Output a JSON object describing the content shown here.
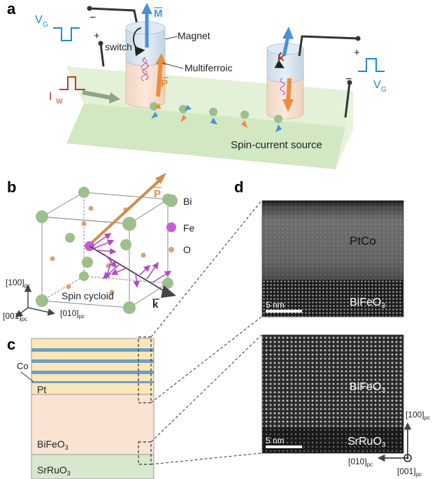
{
  "panels": {
    "a": "a",
    "b": "b",
    "c": "c",
    "d": "d"
  },
  "panel_a": {
    "gate_label": "V",
    "gate_sub": "G",
    "write_label": "I",
    "write_sub": "W",
    "minus": "−",
    "plus": "+",
    "switch_label": "switch",
    "magnet_label": "Magnet",
    "multiferroic_label": "Multiferroic",
    "m_label": "M",
    "p_label": "P",
    "source_label": "Spin-current source",
    "right_gate_label": "V",
    "right_gate_sub": "G",
    "right_minus": "−",
    "right_plus": "+",
    "colors": {
      "magnet": "#d9e6ef",
      "multiferroic": "#f6dfcc",
      "source": "#dcefcf",
      "m_arrow": "#4a90d9",
      "p_arrow": "#f08a3c",
      "current": "#c8362c",
      "gate": "#1e8ad0"
    }
  },
  "panel_b": {
    "legend": [
      {
        "label": "Bi",
        "color": "#9dbf8b"
      },
      {
        "label": "Fe",
        "color": "#c75cd6"
      },
      {
        "label": "O",
        "color": "#e0a070"
      }
    ],
    "p_label": "P",
    "k_label": "k",
    "cycloid_label": "Spin cycloid",
    "axis_100": "[100]",
    "axis_001": "[001]",
    "axis_010": "[010]",
    "axis_sub": "pc"
  },
  "panel_c": {
    "co_label": "Co",
    "pt_label": "Pt",
    "bfo_label": "BiFeO",
    "bfo_sub": "3",
    "sro_label": "SrRuO",
    "sro_sub": "3",
    "colors": {
      "pt": "#fbe6b8",
      "co": "#6e9ec6",
      "bfo": "#fae3d3",
      "sro": "#d8e8cf"
    }
  },
  "panel_d": {
    "top_upper": "PtCo",
    "top_lower_main": "BiFeO",
    "top_lower_sub": "3",
    "top_scale": "5 nm",
    "bottom_upper_main": "BiFeO",
    "bottom_upper_sub": "3",
    "bottom_lower_main": "SrRuO",
    "bottom_lower_sub": "3",
    "bottom_scale": "5 nm",
    "axis_100": "[100]",
    "axis_010": "[010]",
    "axis_001": "[001]",
    "axis_sub": "pc"
  }
}
